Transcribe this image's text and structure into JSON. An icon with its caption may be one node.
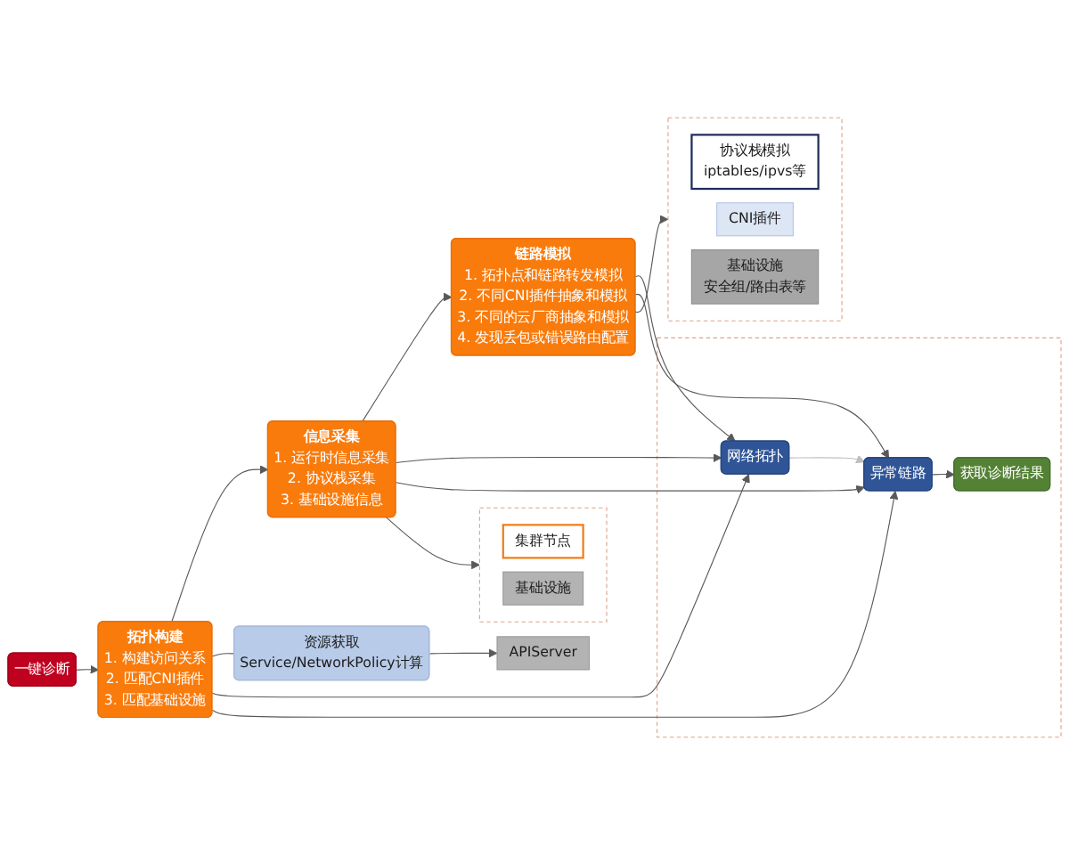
{
  "diagram": {
    "nodes": [
      {
        "text": [
          "一键诊断"
        ]
      },
      {
        "text": [
          "拓扑构建",
          "1. 构建访问关系",
          "2. 匹配CNI插件",
          "3. 匹配基础设施"
        ]
      },
      {
        "text": [
          "资源获取",
          "Service/NetworkPolicy计算"
        ]
      },
      {
        "text": [
          "APIServer"
        ]
      },
      {
        "text": [
          "信息采集",
          "1. 运行时信息采集",
          "2. 协议栈采集",
          "3. 基础设施信息"
        ]
      },
      {
        "text": [],
        "shape": "box"
      },
      {
        "text": [
          "集群节点"
        ],
        "in": 5
      },
      {
        "text": [
          "基础设施"
        ],
        "in": 5
      },
      {
        "text": [
          "链路模拟",
          "1. 拓扑点和链路转发模拟",
          "2. 不同CNI插件抽象和模拟",
          "3. 不同的云厂商抽象和模拟",
          "4. 发现丢包或错误路由配置"
        ]
      },
      {
        "text": [],
        "shape": "box"
      },
      {
        "text": [
          "协议栈模拟",
          "iptables/ipvs等"
        ],
        "in": 9
      },
      {
        "text": [
          "CNI插件"
        ],
        "in": 9
      },
      {
        "text": [
          "基础设施",
          "安全组/路由表等"
        ],
        "in": 9
      },
      {
        "text": [],
        "shape": "box"
      },
      {
        "text": [
          "网络拓扑"
        ],
        "in": 13
      },
      {
        "text": [
          "异常链路"
        ],
        "in": 13
      },
      {
        "text": [
          "获取诊断结果"
        ],
        "in": 13
      }
    ],
    "edges": [
      {
        "from": 0,
        "to": 1,
        "arrow": "to"
      },
      {
        "from": 1,
        "to": 4,
        "arrow": "to"
      },
      {
        "from": 4,
        "to": 8,
        "arrow": "to"
      },
      {
        "from": 1,
        "to": 2,
        "arrow": "none"
      },
      {
        "from": 2,
        "to": 3,
        "arrow": "to"
      },
      {
        "from": 4,
        "to": 5,
        "arrow": "to"
      },
      {
        "from": 8,
        "to": 9,
        "arrow": "to"
      },
      {
        "from": 1,
        "to": 14,
        "arrow": "to"
      },
      {
        "from": 1,
        "to": 15,
        "arrow": "to"
      },
      {
        "from": 4,
        "to": 14,
        "arrow": "to"
      },
      {
        "from": 4,
        "to": 15,
        "arrow": "to"
      },
      {
        "from": 8,
        "to": 14,
        "arrow": "to"
      },
      {
        "from": 8,
        "to": 15,
        "arrow": "to"
      },
      {
        "from": 14,
        "to": 15,
        "arrow": "to",
        "color": "#bfbfbf"
      },
      {
        "from": 15,
        "to": 16,
        "arrow": "to"
      }
    ]
  }
}
